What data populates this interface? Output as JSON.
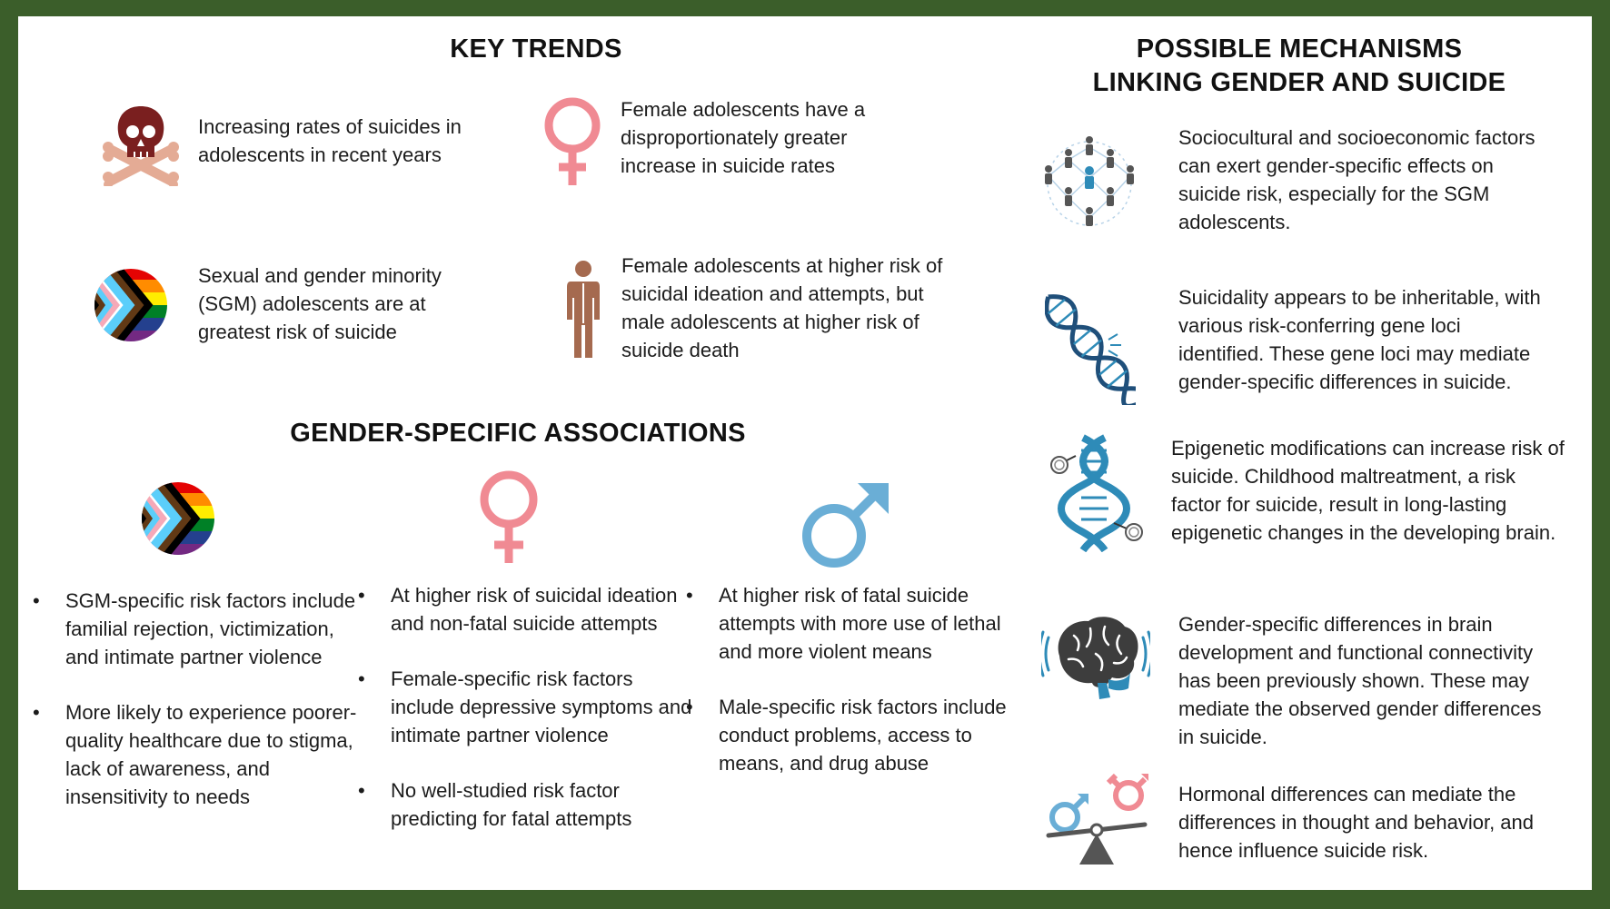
{
  "colors": {
    "border": "#3b5e2a",
    "skull": "#7a1f1f",
    "bones": "#e4ab95",
    "female": "#f08a93",
    "male": "#6aaed6",
    "person": "#a56a4f",
    "dna": "#2e8bb8"
  },
  "key_trends": {
    "title": "KEY TRENDS",
    "items": [
      {
        "icon": "skull-crossbones-icon",
        "text": "Increasing rates of suicides in adolescents in recent years"
      },
      {
        "icon": "female-symbol-icon",
        "text": "Female adolescents have a disproportionately greater increase in suicide rates"
      },
      {
        "icon": "progress-pride-flag-icon",
        "text": "Sexual and gender minority (SGM) adolescents are at greatest risk of suicide"
      },
      {
        "icon": "person-icon",
        "text": "Female adolescents at higher risk of suicidal ideation and attempts, but male adolescents at higher risk of suicide death"
      }
    ]
  },
  "associations": {
    "title": "GENDER-SPECIFIC ASSOCIATIONS",
    "columns": [
      {
        "icon": "progress-pride-flag-icon",
        "bullets": [
          "SGM-specific risk factors include familial rejection, victimization, and intimate partner violence",
          "More likely to experience poorer-quality healthcare due to stigma, lack of awareness, and insensitivity to needs"
        ]
      },
      {
        "icon": "female-symbol-icon",
        "bullets": [
          "At higher risk of suicidal ideation and non-fatal suicide attempts",
          "Female-specific risk factors include depressive symptoms and intimate partner violence",
          "No well-studied risk factor predicting for fatal attempts"
        ]
      },
      {
        "icon": "male-symbol-icon",
        "bullets": [
          "At higher risk of fatal suicide attempts with more use of lethal and more violent means",
          "Male-specific risk factors include conduct problems, access to means, and drug abuse"
        ]
      }
    ]
  },
  "mechanisms": {
    "title_line1": "POSSIBLE MECHANISMS",
    "title_line2": "LINKING GENDER AND SUICIDE",
    "items": [
      {
        "icon": "social-network-icon",
        "text": "Sociocultural and socioeconomic factors can exert gender-specific effects on suicide risk, especially for the SGM adolescents."
      },
      {
        "icon": "dna-helix-icon",
        "text": "Suicidality appears to be inheritable, with various risk-conferring gene loci identified. These gene loci may mediate gender-specific differences in suicide."
      },
      {
        "icon": "epigenetic-dna-icon",
        "text": "Epigenetic modifications can increase risk of suicide. Childhood maltreatment, a risk factor for suicide, result in long-lasting epigenetic changes in the developing brain."
      },
      {
        "icon": "brain-icon",
        "text": "Gender-specific differences in brain development and functional connectivity has been previously shown. These may mediate the observed gender differences in suicide."
      },
      {
        "icon": "gender-balance-scale-icon",
        "text": "Hormonal differences can mediate the differences in thought and behavior, and hence influence suicide risk."
      }
    ]
  }
}
